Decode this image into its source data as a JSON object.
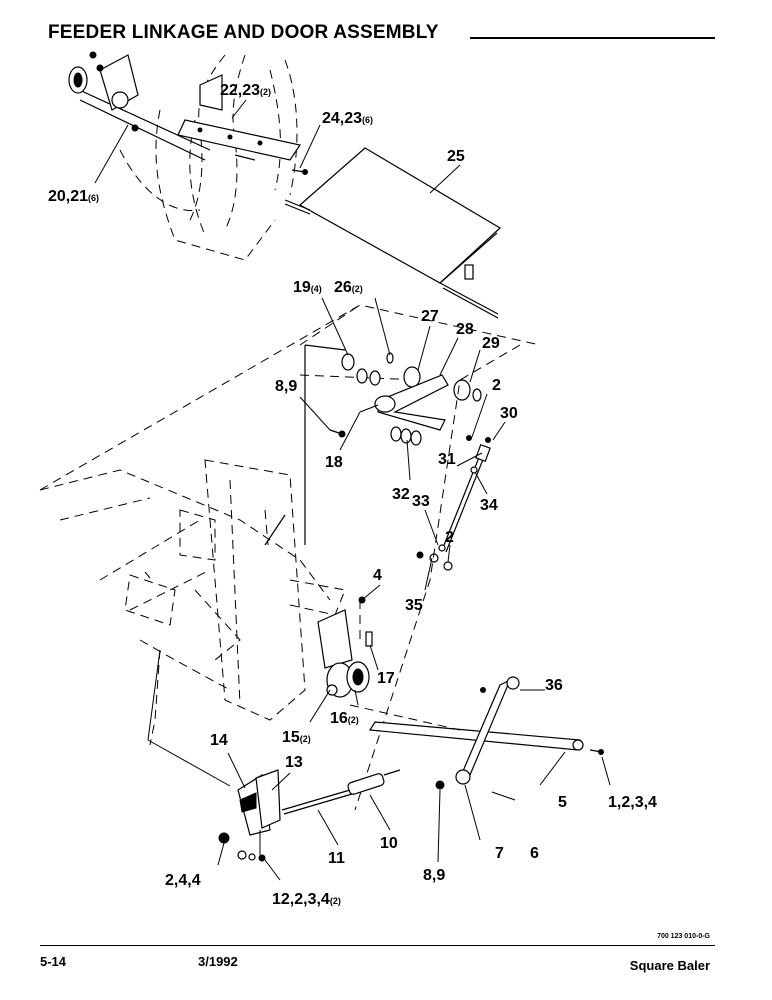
{
  "header": {
    "title": "FEEDER LINKAGE AND DOOR ASSEMBLY"
  },
  "footer": {
    "page_number": "5-14",
    "date": "3/1992",
    "product": "Square Baler",
    "drawing_number": "700 123 010-0-G"
  },
  "callouts": [
    {
      "id": "c1",
      "label": "22,23",
      "qty": "(2)"
    },
    {
      "id": "c2",
      "label": "24,23",
      "qty": "(6)"
    },
    {
      "id": "c3",
      "label": "20,21",
      "qty": "(6)"
    },
    {
      "id": "c4",
      "label": "25",
      "qty": ""
    },
    {
      "id": "c5",
      "label": "19",
      "qty": "(4)"
    },
    {
      "id": "c6",
      "label": "26",
      "qty": "(2)"
    },
    {
      "id": "c7",
      "label": "27",
      "qty": ""
    },
    {
      "id": "c8",
      "label": "28",
      "qty": ""
    },
    {
      "id": "c9",
      "label": "29",
      "qty": ""
    },
    {
      "id": "c10",
      "label": "8,9",
      "qty": ""
    },
    {
      "id": "c11",
      "label": "2",
      "qty": ""
    },
    {
      "id": "c12",
      "label": "30",
      "qty": ""
    },
    {
      "id": "c13",
      "label": "18",
      "qty": ""
    },
    {
      "id": "c14",
      "label": "31",
      "qty": ""
    },
    {
      "id": "c15",
      "label": "32",
      "qty": ""
    },
    {
      "id": "c16",
      "label": "33",
      "qty": ""
    },
    {
      "id": "c17",
      "label": "34",
      "qty": ""
    },
    {
      "id": "c18",
      "label": "2",
      "qty": ""
    },
    {
      "id": "c19",
      "label": "4",
      "qty": ""
    },
    {
      "id": "c20",
      "label": "35",
      "qty": ""
    },
    {
      "id": "c21",
      "label": "17",
      "qty": ""
    },
    {
      "id": "c22",
      "label": "36",
      "qty": ""
    },
    {
      "id": "c23",
      "label": "16",
      "qty": "(2)"
    },
    {
      "id": "c24",
      "label": "15",
      "qty": "(2)"
    },
    {
      "id": "c25",
      "label": "14",
      "qty": ""
    },
    {
      "id": "c26",
      "label": "13",
      "qty": ""
    },
    {
      "id": "c27",
      "label": "5",
      "qty": ""
    },
    {
      "id": "c28",
      "label": "1,2,3,4",
      "qty": ""
    },
    {
      "id": "c29",
      "label": "10",
      "qty": ""
    },
    {
      "id": "c30",
      "label": "7",
      "qty": ""
    },
    {
      "id": "c31",
      "label": "6",
      "qty": ""
    },
    {
      "id": "c32",
      "label": "11",
      "qty": ""
    },
    {
      "id": "c33",
      "label": "2,4,4",
      "qty": ""
    },
    {
      "id": "c34",
      "label": "8,9",
      "qty": ""
    },
    {
      "id": "c35",
      "label": "12,2,3,4",
      "qty": "(2)"
    }
  ]
}
